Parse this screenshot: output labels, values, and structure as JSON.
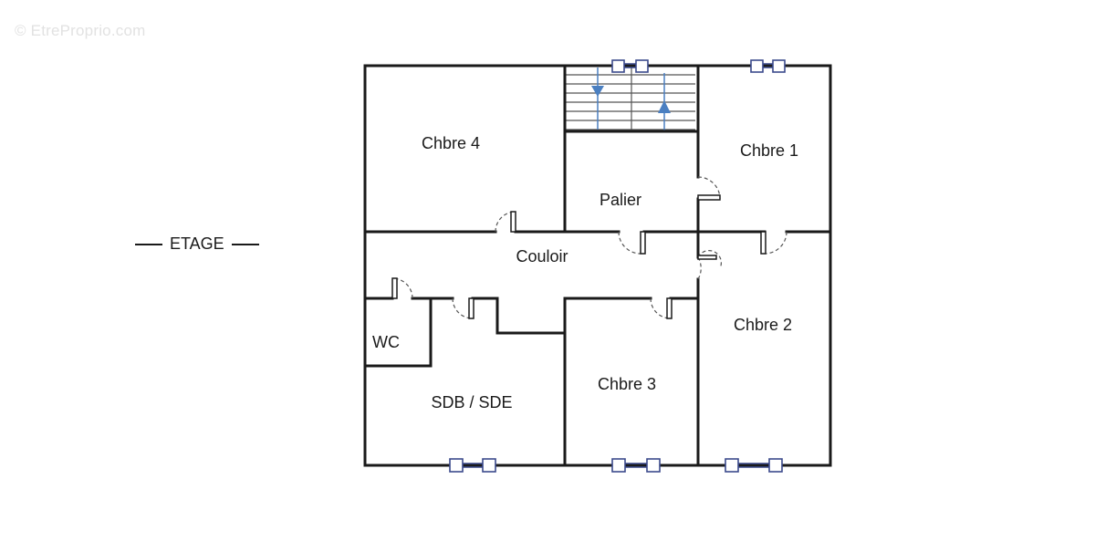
{
  "watermark": "© EtreProprio.com",
  "level": "ETAGE",
  "rooms": {
    "chbre4": "Chbre 4",
    "chbre1": "Chbre 1",
    "palier": "Palier",
    "couloir": "Couloir",
    "chbre2": "Chbre 2",
    "wc": "WC",
    "sdb": "SDB / SDE",
    "chbre3": "Chbre 3"
  },
  "colors": {
    "walls": "#1a1a1a",
    "windows": "#3b4a8c",
    "stair_arrows": "#4a7fc1"
  }
}
